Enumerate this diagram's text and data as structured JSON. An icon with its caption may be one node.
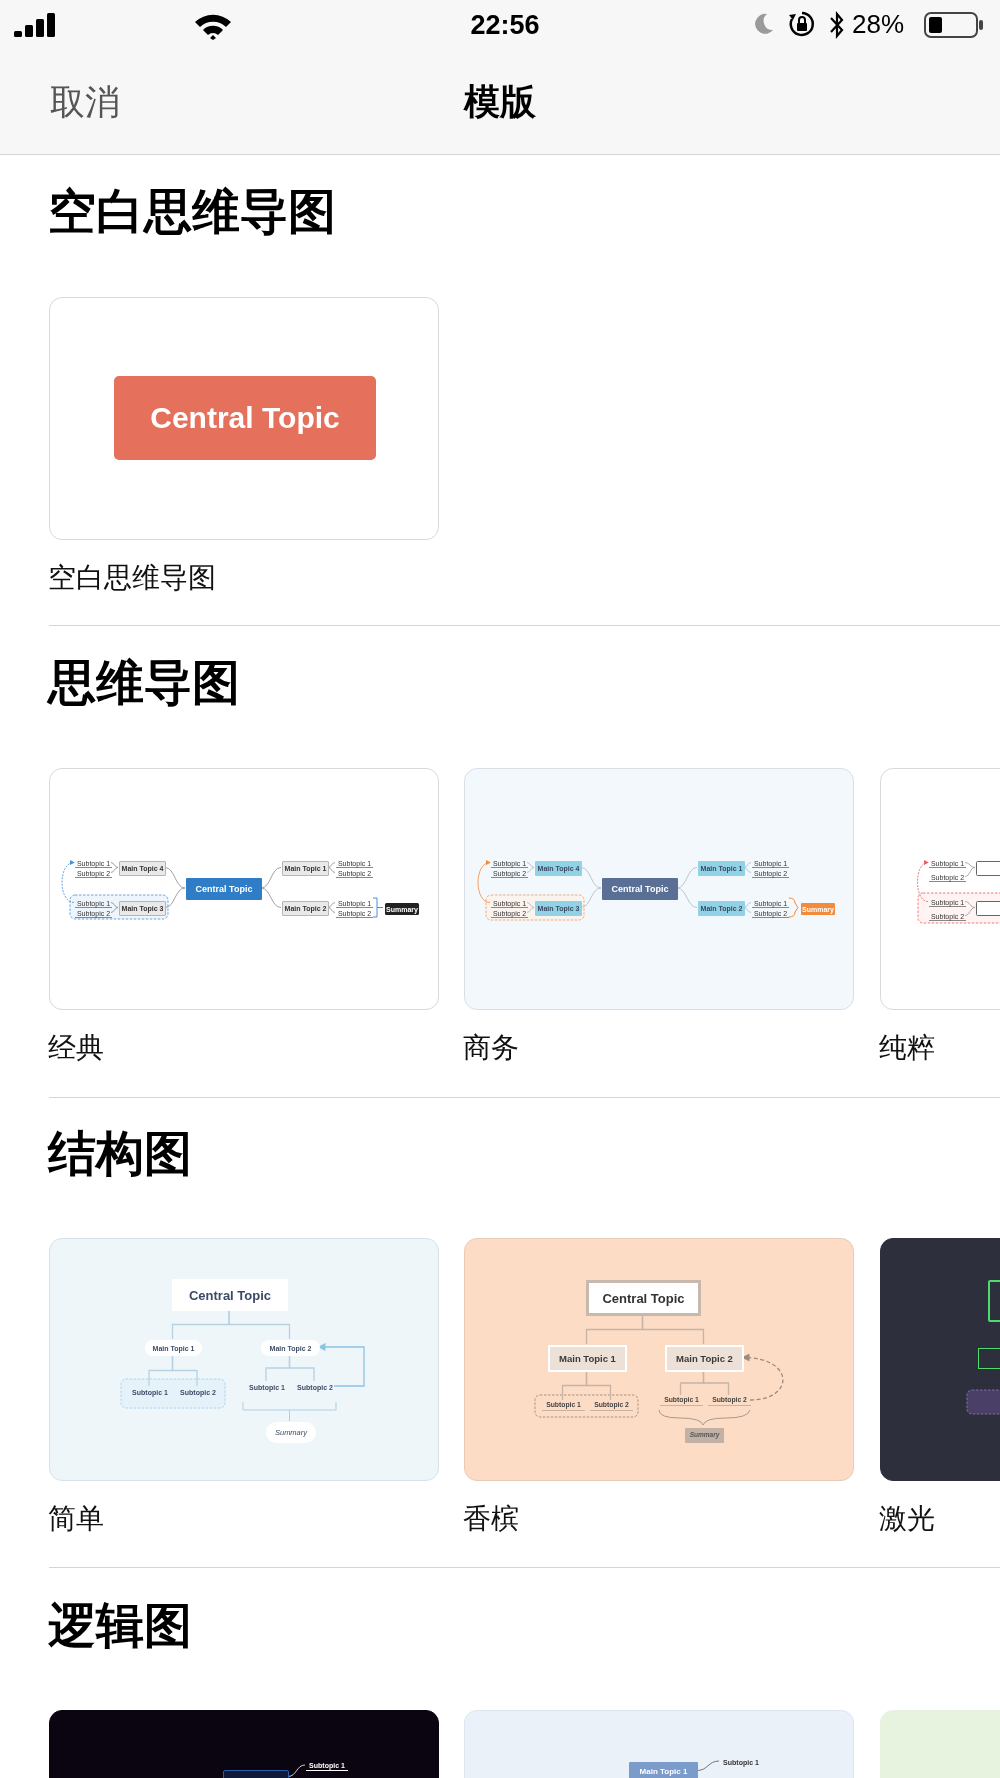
{
  "diagram": {
    "title": "模版",
    "nodes": [
      {
        "text": [],
        "shape": "box",
        "beside": [
          "空白思维导图"
        ]
      },
      {
        "text": [
          "Central Topic"
        ],
        "in": 0
      },
      {
        "text": [],
        "shape": "box",
        "beside": [
          "经典"
        ]
      },
      {
        "text": [
          "Central Topic"
        ],
        "in": 2
      },
      {
        "text": [
          "Main Topic 1"
        ],
        "in": 2
      },
      {
        "text": [
          "Subtopic 1"
        ],
        "in": 2
      },
      {
        "text": [
          "Subtopic 2"
        ],
        "in": 2
      },
      {
        "text": [
          "Main Topic 2"
        ],
        "in": 2
      },
      {
        "text": [
          "Subtopic 1"
        ],
        "in": 2
      },
      {
        "text": [
          "Subtopic 2"
        ],
        "in": 2
      },
      {
        "text": [
          "Summary"
        ],
        "in": 2
      },
      {
        "text": [
          "Main Topic 3"
        ],
        "in": 2
      },
      {
        "text": [
          "Subtopic 1"
        ],
        "in": 2
      },
      {
        "text": [
          "Subtopic 2"
        ],
        "in": 2
      },
      {
        "text": [
          "Main Topic 4"
        ],
        "in": 2
      },
      {
        "text": [
          "Subtopic 1"
        ],
        "in": 2
      },
      {
        "text": [
          "Subtopic 2"
        ],
        "in": 2
      },
      {
        "text": [],
        "shape": "box",
        "beside": [
          "商务"
        ]
      },
      {
        "text": [
          "Central Topic"
        ],
        "in": 17
      },
      {
        "text": [
          "Main Topic 1"
        ],
        "in": 17
      },
      {
        "text": [
          "Subtopic 1"
        ],
        "in": 17
      },
      {
        "text": [
          "Subtopic 2"
        ],
        "in": 17
      },
      {
        "text": [
          "Main Topic 2"
        ],
        "in": 17
      },
      {
        "text": [
          "Subtopic 1"
        ],
        "in": 17
      },
      {
        "text": [
          "Subtopic 2"
        ],
        "in": 17
      },
      {
        "text": [
          "Summary"
        ],
        "in": 17
      },
      {
        "text": [
          "Main Topic 3"
        ],
        "in": 17
      },
      {
        "text": [
          "Subtopic 1"
        ],
        "in": 17
      },
      {
        "text": [
          "Subtopic 2"
        ],
        "in": 17
      },
      {
        "text": [
          "Main Topic 4"
        ],
        "in": 17
      },
      {
        "text": [
          "Subtopic 1"
        ],
        "in": 17
      },
      {
        "text": [
          "Subtopic 2"
        ],
        "in": 17
      },
      {
        "text": [],
        "shape": "box",
        "beside": [
          "纯粹"
        ]
      },
      {
        "text": [
          "Subtopic 1"
        ],
        "in": 32
      },
      {
        "text": [
          "Subtopic 2"
        ],
        "in": 32
      },
      {
        "text": [],
        "shape": "box",
        "in": 32
      },
      {
        "text": [
          "Subtopic 1"
        ],
        "in": 32
      },
      {
        "text": [
          "Subtopic 2"
        ],
        "in": 32
      },
      {
        "text": [],
        "shape": "box",
        "in": 32
      },
      {
        "text": [],
        "shape": "box",
        "beside": [
          "简单"
        ]
      },
      {
        "text": [
          "Central Topic"
        ],
        "in": 39
      },
      {
        "text": [
          "Main Topic 1"
        ],
        "in": 39
      },
      {
        "text": [
          "Subtopic 1"
        ],
        "in": 39
      },
      {
        "text": [
          "Subtopic 2"
        ],
        "in": 39
      },
      {
        "text": [
          "Main Topic 2"
        ],
        "in": 39
      },
      {
        "text": [
          "Subtopic 1"
        ],
        "in": 39
      },
      {
        "text": [
          "Subtopic 2"
        ],
        "in": 39
      },
      {
        "text": [
          "Summary"
        ],
        "in": 39
      },
      {
        "text": [],
        "shape": "box",
        "beside": [
          "香槟"
        ]
      },
      {
        "text": [
          "Central Topic"
        ],
        "in": 48
      },
      {
        "text": [
          "Main Topic 1"
        ],
        "in": 48
      },
      {
        "text": [
          "Subtopic 1"
        ],
        "in": 48
      },
      {
        "text": [
          "Subtopic 2"
        ],
        "in": 48
      },
      {
        "text": [
          "Main Topic 2"
        ],
        "in": 48
      },
      {
        "text": [
          "Subtopic 1"
        ],
        "in": 48
      },
      {
        "text": [
          "Subtopic 2"
        ],
        "in": 48
      },
      {
        "text": [
          "Summary"
        ],
        "in": 48
      },
      {
        "text": [],
        "shape": "box",
        "beside": [
          "激光"
        ]
      },
      {
        "text": [],
        "shape": "box",
        "in": 57
      },
      {
        "text": [],
        "shape": "box",
        "in": 57
      },
      {
        "text": [],
        "shape": "box"
      },
      {
        "text": [],
        "shape": "box",
        "in": 60
      },
      {
        "text": [
          "Subtopic 1"
        ],
        "in": 60
      },
      {
        "text": [],
        "shape": "box"
      },
      {
        "text": [
          "Main Topic 1"
        ],
        "in": 63
      },
      {
        "text": [
          "Subtopic 1"
        ],
        "in": 63
      },
      {
        "text": [],
        "shape": "box"
      }
    ],
    "edges": [
      {
        "from": 3,
        "to": 4,
        "arrow": "none"
      },
      {
        "from": 3,
        "to": 7,
        "arrow": "none"
      },
      {
        "from": 3,
        "to": 11,
        "arrow": "none"
      },
      {
        "from": 3,
        "to": 14,
        "arrow": "none"
      },
      {
        "from": 4,
        "to": 5,
        "arrow": "none"
      },
      {
        "from": 4,
        "to": 6,
        "arrow": "none"
      },
      {
        "from": 7,
        "to": 8,
        "arrow": "none"
      },
      {
        "from": 7,
        "to": 9,
        "arrow": "none"
      },
      {
        "from": 11,
        "to": 12,
        "arrow": "none"
      },
      {
        "from": 11,
        "to": 13,
        "arrow": "none"
      },
      {
        "from": 14,
        "to": 15,
        "arrow": "none"
      },
      {
        "from": 14,
        "to": 16,
        "arrow": "none"
      },
      {
        "from": 12,
        "to": 15,
        "arrow": "to",
        "style": "dashed",
        "color": "#4a90d9"
      },
      {
        "from": 18,
        "to": 19,
        "arrow": "none"
      },
      {
        "from": 18,
        "to": 22,
        "arrow": "none"
      },
      {
        "from": 18,
        "to": 26,
        "arrow": "none"
      },
      {
        "from": 18,
        "to": 29,
        "arrow": "none"
      },
      {
        "from": 19,
        "to": 20,
        "arrow": "none"
      },
      {
        "from": 19,
        "to": 21,
        "arrow": "none"
      },
      {
        "from": 22,
        "to": 23,
        "arrow": "none"
      },
      {
        "from": 22,
        "to": 24,
        "arrow": "none"
      },
      {
        "from": 26,
        "to": 27,
        "arrow": "none"
      },
      {
        "from": 26,
        "to": 28,
        "arrow": "none"
      },
      {
        "from": 29,
        "to": 30,
        "arrow": "none"
      },
      {
        "from": 29,
        "to": 31,
        "arrow": "none"
      },
      {
        "from": 27,
        "to": 30,
        "arrow": "to",
        "color": "#f08a3c"
      },
      {
        "from": 35,
        "to": 33,
        "arrow": "none"
      },
      {
        "from": 35,
        "to": 34,
        "arrow": "none"
      },
      {
        "from": 38,
        "to": 36,
        "arrow": "none"
      },
      {
        "from": 38,
        "to": 37,
        "arrow": "none"
      },
      {
        "from": 36,
        "to": 33,
        "arrow": "to",
        "style": "dashed",
        "color": "#f05a5a"
      },
      {
        "from": 40,
        "to": 41,
        "arrow": "none"
      },
      {
        "from": 40,
        "to": 44,
        "arrow": "none"
      },
      {
        "from": 41,
        "to": 42,
        "arrow": "none"
      },
      {
        "from": 41,
        "to": 43,
        "arrow": "none"
      },
      {
        "from": 44,
        "to": 45,
        "arrow": "none"
      },
      {
        "from": 44,
        "to": 46,
        "arrow": "none"
      },
      {
        "from": 46,
        "to": 44,
        "arrow": "to",
        "color": "#8cc4e6"
      },
      {
        "from": 49,
        "to": 50,
        "arrow": "none"
      },
      {
        "from": 49,
        "to": 53,
        "arrow": "none"
      },
      {
        "from": 50,
        "to": 51,
        "arrow": "none"
      },
      {
        "from": 50,
        "to": 52,
        "arrow": "none"
      },
      {
        "from": 53,
        "to": 54,
        "arrow": "none"
      },
      {
        "from": 53,
        "to": 55,
        "arrow": "none"
      },
      {
        "from": 55,
        "to": 53,
        "arrow": "to",
        "style": "dashed",
        "color": "#9d8a7e"
      },
      {
        "from": 61,
        "to": 62,
        "arrow": "none",
        "color": "#ffffff"
      },
      {
        "from": 64,
        "to": 65,
        "arrow": "none"
      }
    ],
    "labels": [
      "22:56",
      "28%",
      "取消",
      "空白思维导图",
      "思维导图",
      "结构图",
      "逻辑图"
    ]
  }
}
